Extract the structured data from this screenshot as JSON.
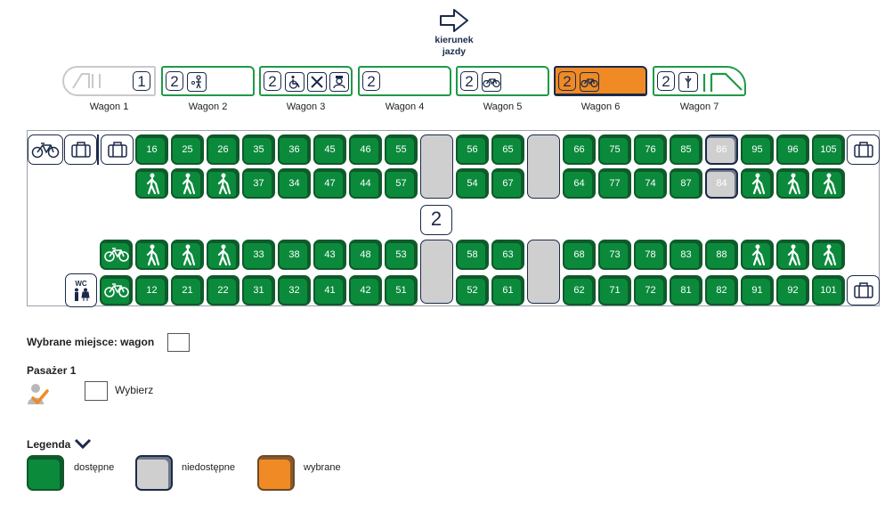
{
  "direction": {
    "label_line1": "kierunek",
    "label_line2": "jazdy"
  },
  "colors": {
    "available": "#0b8a3c",
    "unavailable": "#cfcfcf",
    "selected": "#f08a24",
    "outline": "#1b2a4a"
  },
  "wagons": [
    {
      "label": "Wagon 1",
      "class": "1",
      "icons": [],
      "type": "loco"
    },
    {
      "label": "Wagon 2",
      "class": "2",
      "icons": [
        "child-icon"
      ],
      "type": "normal"
    },
    {
      "label": "Wagon 3",
      "class": "2",
      "icons": [
        "wheelchair-icon",
        "restaurant-icon",
        "conductor-icon"
      ],
      "type": "normal"
    },
    {
      "label": "Wagon 4",
      "class": "2",
      "icons": [],
      "type": "normal"
    },
    {
      "label": "Wagon 5",
      "class": "2",
      "icons": [
        "bicycle-icon"
      ],
      "type": "normal"
    },
    {
      "label": "Wagon 6",
      "class": "2",
      "icons": [
        "bicycle-icon"
      ],
      "type": "selected"
    },
    {
      "label": "Wagon 7",
      "class": "2",
      "icons": [
        "socket-icon"
      ],
      "type": "tail"
    }
  ],
  "coach": {
    "class_label": "2",
    "row1": [
      "16",
      "25",
      "26",
      "35",
      "36",
      "45",
      "46",
      "55",
      "|",
      "56",
      "65",
      "|",
      "66",
      "75",
      "76",
      "85",
      "86",
      "95",
      "96",
      "105"
    ],
    "row2": [
      "s",
      "s",
      "s",
      "37",
      "34",
      "47",
      "44",
      "57",
      "|",
      "54",
      "67",
      "|",
      "64",
      "77",
      "74",
      "87",
      "84",
      "s",
      "s",
      "s"
    ],
    "row3": [
      "b",
      "s",
      "s",
      "s",
      "33",
      "38",
      "43",
      "48",
      "53",
      "|",
      "58",
      "63",
      "|",
      "68",
      "73",
      "78",
      "83",
      "88",
      "s",
      "s",
      "s"
    ],
    "row4": [
      "b",
      "12",
      "21",
      "22",
      "31",
      "32",
      "41",
      "42",
      "51",
      "|",
      "52",
      "61",
      "|",
      "62",
      "71",
      "72",
      "81",
      "82",
      "91",
      "92",
      "101"
    ],
    "unavailable": [
      "86",
      "84"
    ],
    "wc_label": "WC"
  },
  "selection": {
    "label": "Wybrane miejsce: wagon",
    "value": ""
  },
  "passenger": {
    "label": "Pasażer 1",
    "choose_label": "Wybierz",
    "value": ""
  },
  "legend": {
    "title": "Legenda",
    "available": "dostępne",
    "unavailable": "niedostępne",
    "selected": "wybrane"
  }
}
